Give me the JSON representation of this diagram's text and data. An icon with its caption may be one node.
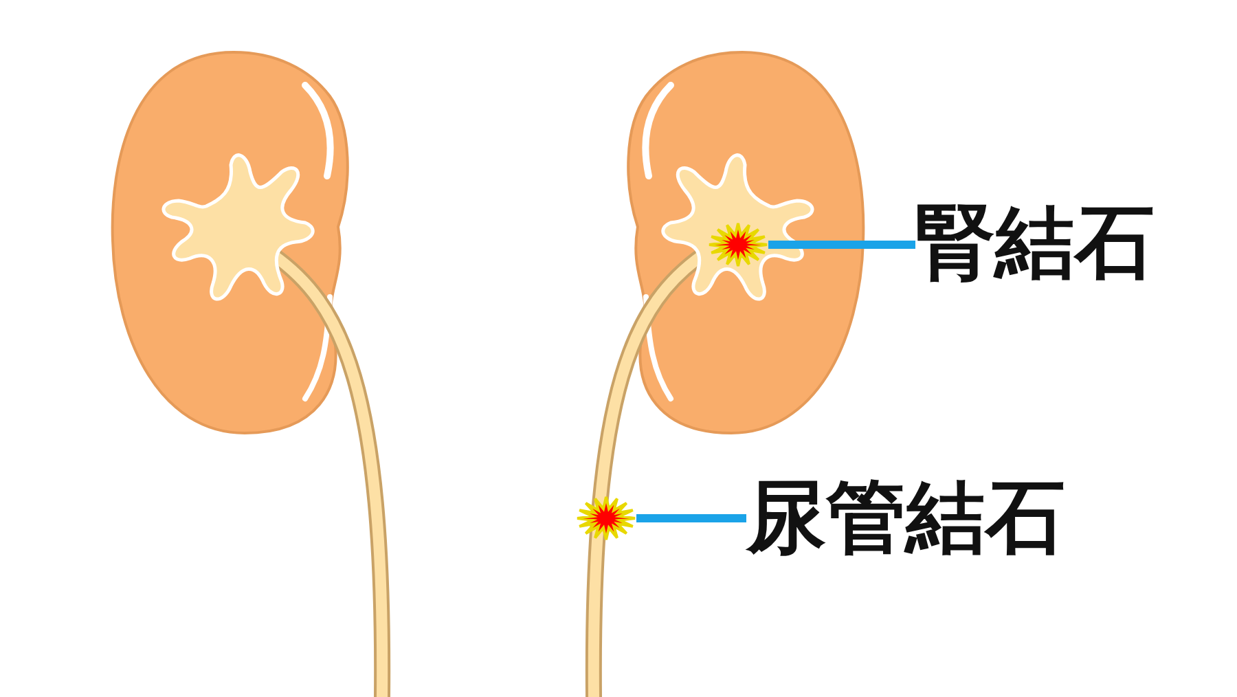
{
  "diagram": {
    "nodes": [
      {
        "text": [
          "腎結石"
        ]
      },
      {
        "text": [],
        "shape": "star"
      },
      {
        "text": [
          "尿管結石"
        ]
      },
      {
        "text": [],
        "shape": "star"
      }
    ],
    "edges": [
      {
        "from": 0,
        "to": 1,
        "arrow": "none"
      },
      {
        "from": 2,
        "to": 3,
        "arrow": "none"
      }
    ]
  }
}
